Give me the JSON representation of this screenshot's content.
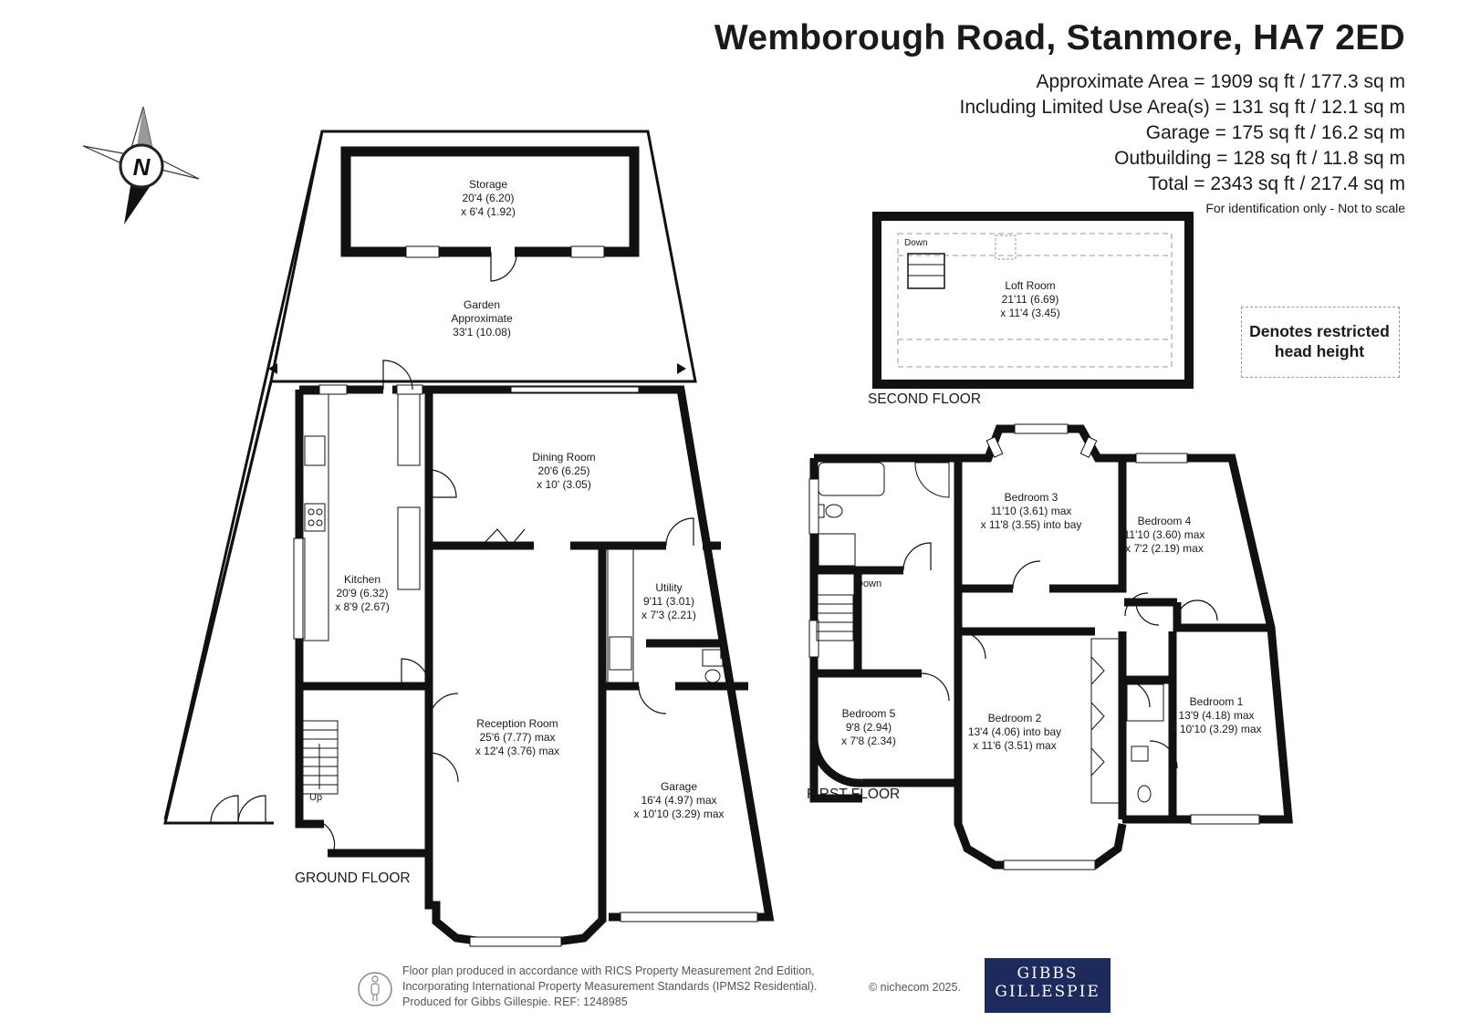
{
  "title": "Wemborough Road, Stanmore, HA7 2ED",
  "areas": [
    "Approximate Area = 1909 sq ft / 177.3 sq m",
    "Including Limited Use Area(s) = 131 sq ft / 12.1 sq m",
    "Garage = 175 sq ft / 16.2 sq m",
    "Outbuilding = 128 sq ft / 11.8 sq m",
    "Total = 2343 sq ft / 217.4 sq m"
  ],
  "disclaimer": "For identification only - Not to scale",
  "compass_letter": "N",
  "legend": {
    "line1": "Denotes restricted",
    "line2": "head height"
  },
  "floors": {
    "ground": "GROUND FLOOR",
    "first": "FIRST FLOOR",
    "second": "SECOND FLOOR"
  },
  "rooms": {
    "storage": {
      "name": "Storage",
      "d1": "20'4 (6.20)",
      "d2": "x 6'4 (1.92)"
    },
    "garden": {
      "name": "Garden",
      "d1": "Approximate",
      "d2": "33'1 (10.08)"
    },
    "dining": {
      "name": "Dining Room",
      "d1": "20'6 (6.25)",
      "d2": "x 10' (3.05)"
    },
    "kitchen": {
      "name": "Kitchen",
      "d1": "20'9 (6.32)",
      "d2": "x 8'9 (2.67)"
    },
    "utility": {
      "name": "Utility",
      "d1": "9'11 (3.01)",
      "d2": "x 7'3 (2.21)"
    },
    "reception": {
      "name": "Reception Room",
      "d1": "25'6 (7.77) max",
      "d2": "x 12'4 (3.76) max"
    },
    "garage": {
      "name": "Garage",
      "d1": "16'4 (4.97) max",
      "d2": "x 10'10 (3.29) max"
    },
    "loft": {
      "name": "Loft Room",
      "d1": "21'11 (6.69)",
      "d2": "x 11'4 (3.45)"
    },
    "bedroom3": {
      "name": "Bedroom 3",
      "d1": "11'10 (3.61) max",
      "d2": "x 11'8 (3.55) into bay"
    },
    "bedroom4": {
      "name": "Bedroom 4",
      "d1": "11'10 (3.60) max",
      "d2": "x 7'2 (2.19) max"
    },
    "bedroom5": {
      "name": "Bedroom 5",
      "d1": "9'8 (2.94)",
      "d2": "x 7'8 (2.34)"
    },
    "bedroom2": {
      "name": "Bedroom 2",
      "d1": "13'4 (4.06) into bay",
      "d2": "x 11'6 (3.51) max"
    },
    "bedroom1": {
      "name": "Bedroom 1",
      "d1": "13'9 (4.18) max",
      "d2": "x 10'10 (3.29) max"
    }
  },
  "stair_labels": {
    "up": "Up",
    "down_first": "Down",
    "down_loft": "Down"
  },
  "footer": {
    "line1": "Floor plan produced in accordance with RICS Property Measurement 2nd Edition,",
    "line2": "Incorporating International Property Measurement Standards (IPMS2 Residential).",
    "line3": "Produced for Gibbs Gillespie.   REF:  1248985",
    "copyright": "© nichecom 2025."
  },
  "logo": {
    "line1": "GIBBS",
    "line2": "GILLESPIE",
    "color": "#1f2a5c"
  },
  "colors": {
    "wall": "#111111",
    "window": "#ffffff",
    "restricted_dash": "#9a9a9a"
  }
}
